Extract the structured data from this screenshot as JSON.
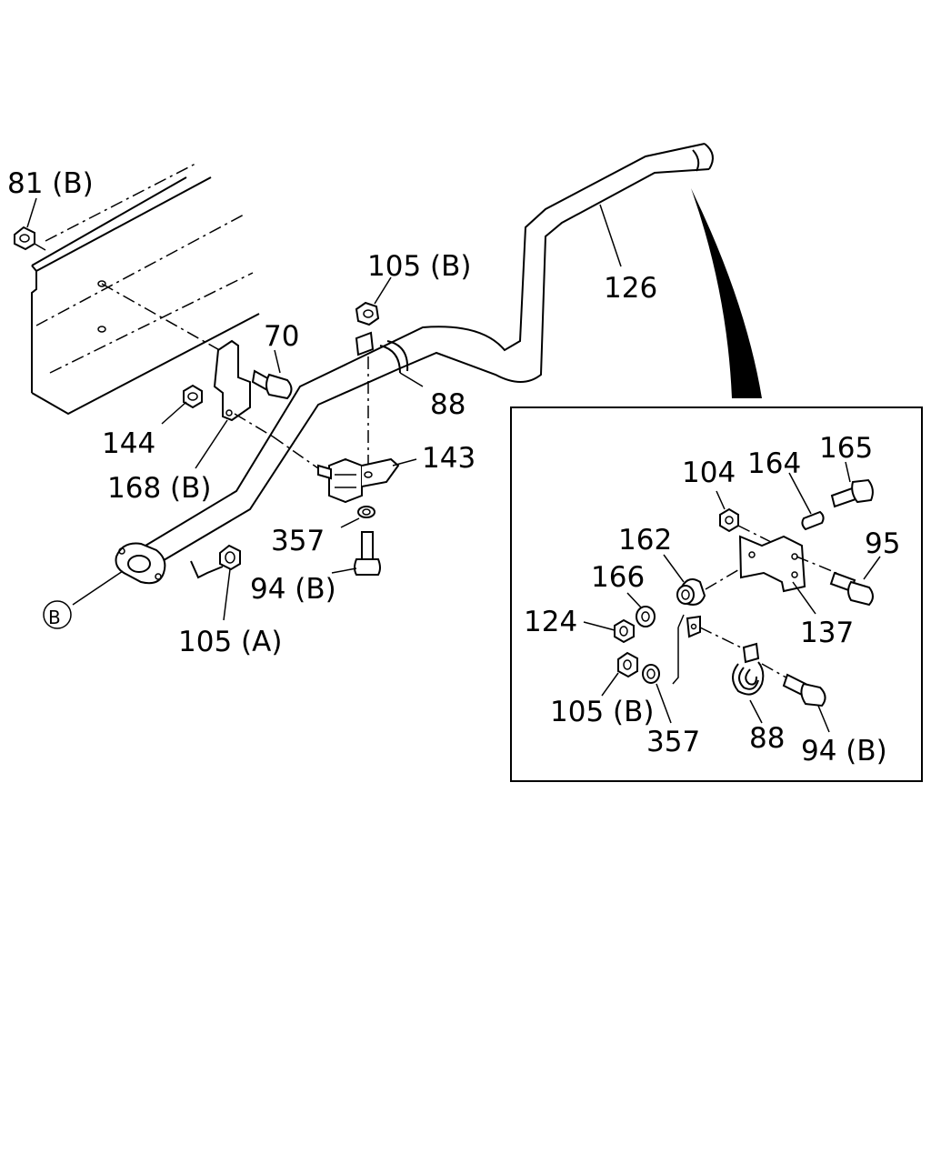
{
  "diagram": {
    "main_labels": {
      "l81b": "81 (B)",
      "l105b_top": "105 (B)",
      "l126": "126",
      "l70": "70",
      "l88": "88",
      "l144": "144",
      "l168b": "168 (B)",
      "l143": "143",
      "l357": "357",
      "l94b": "94 (B)",
      "lB": "B",
      "l105a": "105 (A)"
    },
    "detail_labels": {
      "l104": "104",
      "l164": "164",
      "l165": "165",
      "l95": "95",
      "l162": "162",
      "l166": "166",
      "l124": "124",
      "l137": "137",
      "l105b": "105 (B)",
      "l357": "357",
      "l88": "88",
      "l94b": "94 (B)"
    }
  }
}
